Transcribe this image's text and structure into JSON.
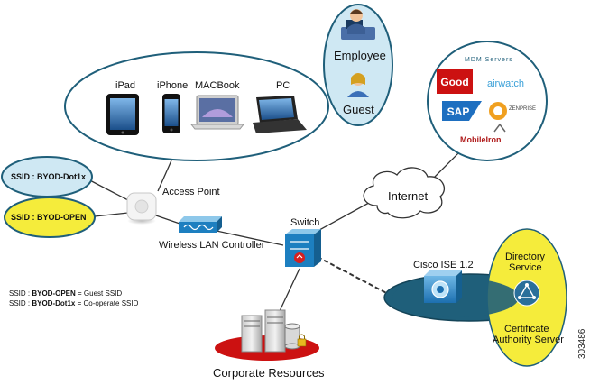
{
  "devices": {
    "ipad": "iPad",
    "iphone": "iPhone",
    "macbook": "MACBook",
    "pc": "PC"
  },
  "users": {
    "employee": "Employee",
    "guest": "Guest"
  },
  "mdm": {
    "title": "MDM Servers",
    "logos": {
      "good": "Good",
      "airwatch": "airwatch",
      "sap": "SAP",
      "zenprise": "ZENPRISE",
      "mobileiron": "MobileIron"
    }
  },
  "ssids": {
    "dot1x": "SSID : BYOD-Dot1x",
    "open": "SSID : BYOD-OPEN"
  },
  "network": {
    "access_point": "Access Point",
    "wlc": "Wireless LAN Controller",
    "switch": "Switch",
    "internet": "Internet",
    "ise": "Cisco ISE 1.2",
    "directory_service_1": "Directory",
    "directory_service_2": "Service",
    "ca_server_1": "Certificate",
    "ca_server_2": "Authority Server",
    "corporate": "Corporate Resources"
  },
  "legend": {
    "line1_prefix": "SSID : ",
    "line1_ssid": "BYOD-OPEN",
    "line1_suffix": " = Guest SSID",
    "line2_prefix": "SSID : ",
    "line2_ssid": "BYOD-Dot1x",
    "line2_suffix": " = Co-operate SSID"
  },
  "figure_id": "303486",
  "colors": {
    "teal": "#1f5f7a",
    "light_blue_fill": "#cfe8f3",
    "yellow_fill": "#f5ec3b",
    "red": "#cc1111"
  }
}
